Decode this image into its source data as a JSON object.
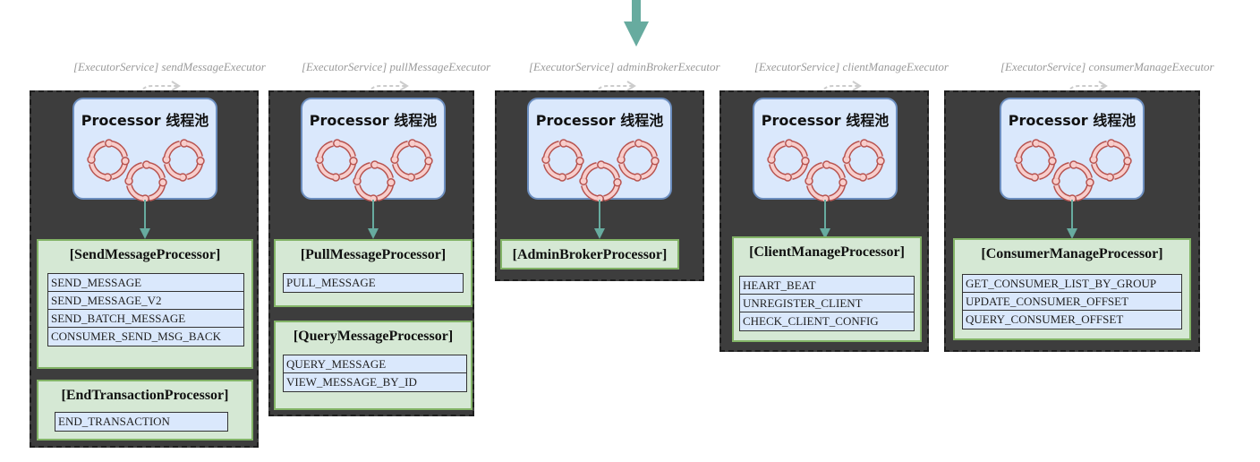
{
  "executors": [
    {
      "label": "[ExecutorService] sendMessageExecutor",
      "pool_title": "Processor 线程池",
      "processors": [
        {
          "name": "[SendMessageProcessor]",
          "codes": [
            "SEND_MESSAGE",
            "SEND_MESSAGE_V2",
            "SEND_BATCH_MESSAGE",
            "CONSUMER_SEND_MSG_BACK"
          ]
        },
        {
          "name": "[EndTransactionProcessor]",
          "codes": [
            "END_TRANSACTION"
          ]
        }
      ]
    },
    {
      "label": "[ExecutorService] pullMessageExecutor",
      "pool_title": "Processor 线程池",
      "processors": [
        {
          "name": "[PullMessageProcessor]",
          "codes": [
            "PULL_MESSAGE"
          ]
        },
        {
          "name": "[QueryMessageProcessor]",
          "codes": [
            "QUERY_MESSAGE",
            "VIEW_MESSAGE_BY_ID"
          ]
        }
      ]
    },
    {
      "label": "[ExecutorService] adminBrokerExecutor",
      "pool_title": "Processor 线程池",
      "processors": [
        {
          "name": "[AdminBrokerProcessor]",
          "codes": []
        }
      ]
    },
    {
      "label": "[ExecutorService] clientManageExecutor",
      "pool_title": "Processor 线程池",
      "processors": [
        {
          "name": "[ClientManageProcessor]",
          "codes": [
            "HEART_BEAT",
            "UNREGISTER_CLIENT",
            "CHECK_CLIENT_CONFIG"
          ]
        }
      ]
    },
    {
      "label": "[ExecutorService] consumerManageExecutor",
      "pool_title": "Processor 线程池",
      "processors": [
        {
          "name": "[ConsumerManageProcessor]",
          "codes": [
            "GET_CONSUMER_LIST_BY_GROUP",
            "UPDATE_CONSUMER_OFFSET",
            "QUERY_CONSUMER_OFFSET"
          ]
        }
      ]
    }
  ],
  "colors": {
    "panel": "#3d3d3d",
    "pool": "#dae8fc",
    "processor": "#d5e8d4",
    "arrow": "#67ab9f",
    "gear": "#b85450"
  }
}
